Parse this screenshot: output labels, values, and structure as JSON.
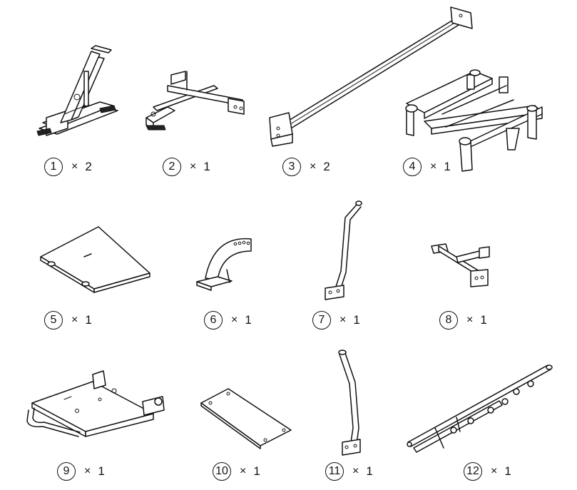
{
  "parts": [
    {
      "number": "1",
      "times": "×",
      "qty": "2"
    },
    {
      "number": "2",
      "times": "×",
      "qty": "1"
    },
    {
      "number": "3",
      "times": "×",
      "qty": "2"
    },
    {
      "number": "4",
      "times": "×",
      "qty": "1"
    },
    {
      "number": "5",
      "times": "×",
      "qty": "1"
    },
    {
      "number": "6",
      "times": "×",
      "qty": "1"
    },
    {
      "number": "7",
      "times": "×",
      "qty": "1"
    },
    {
      "number": "8",
      "times": "×",
      "qty": "1"
    },
    {
      "number": "9",
      "times": "×",
      "qty": "1"
    },
    {
      "number": "10",
      "times": "×",
      "qty": "1"
    },
    {
      "number": "11",
      "times": "×",
      "qty": "1"
    },
    {
      "number": "12",
      "times": "×",
      "qty": "1"
    }
  ]
}
